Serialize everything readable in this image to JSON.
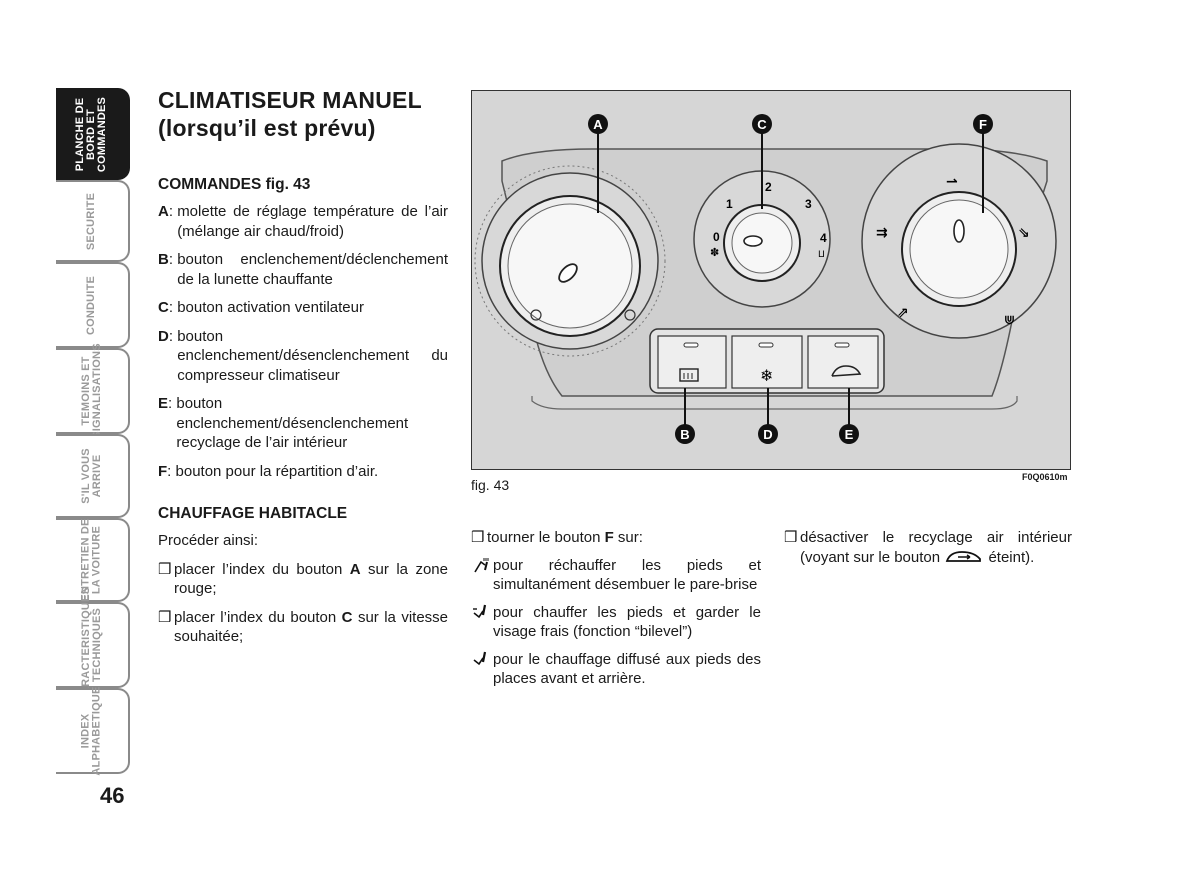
{
  "tabs": [
    {
      "label": "PLANCHE DE\nBORD ET\nCOMMANDES",
      "active": true
    },
    {
      "label": "SECURITE",
      "active": false
    },
    {
      "label": "CONDUITE",
      "active": false
    },
    {
      "label": "TEMOINS ET\nSIGNALISATIONS",
      "active": false
    },
    {
      "label": "S'IL VOUS\nARRIVE",
      "active": false
    },
    {
      "label": "ENTRETIEN DE\nLA VOITURE",
      "active": false
    },
    {
      "label": "CARACTERISTIQUES\nTECHNIQUES",
      "active": false
    },
    {
      "label": "INDEX\nALPHABETIQUE",
      "active": false
    }
  ],
  "page_number": "46",
  "title_line1": "CLIMATISEUR MANUEL",
  "title_line2": "(lorsqu’il est prévu)",
  "commands": {
    "heading": "COMMANDES fig. 43",
    "items": [
      {
        "key": "A",
        "text": "molette de réglage température de l’air (mélange air chaud/froid)"
      },
      {
        "key": "B",
        "text": "bouton enclenchement/déclenchement de la lunette chauffante"
      },
      {
        "key": "C",
        "text": "bouton activation ventilateur"
      },
      {
        "key": "D",
        "text": "bouton enclenchement/désenclenchement du compresseur climatiseur"
      },
      {
        "key": "E",
        "text": "bouton enclenchement/désenclenchement recyclage de l’air intérieur"
      },
      {
        "key": "F",
        "text": "bouton pour la répartition d’air."
      }
    ]
  },
  "heating": {
    "heading": "CHAUFFAGE HABITACLE",
    "intro": "Procéder ainsi:",
    "step1_a": "placer l’index du bouton ",
    "step1_key": "A",
    "step1_b": " sur la zone rouge;",
    "step2_a": "placer l’index du bouton ",
    "step2_key": "C",
    "step2_b": " sur la vitesse souhaitée;"
  },
  "figure": {
    "caption": "fig. 43",
    "code": "F0Q0610m",
    "labels": [
      "A",
      "B",
      "C",
      "D",
      "E",
      "F"
    ],
    "fan_speeds": [
      "0",
      "1",
      "2",
      "3",
      "4"
    ]
  },
  "middle": {
    "step_a": "tourner le bouton ",
    "step_key": "F",
    "step_b": " sur:",
    "options": [
      {
        "icon": "feet-defrost-icon",
        "text": "pour réchauffer les pieds et simultanément désembuer le pare-brise"
      },
      {
        "icon": "bilevel-icon",
        "text": "pour chauffer les pieds et garder le visage frais (fonction “bilevel”)"
      },
      {
        "icon": "feet-icon",
        "text": "pour le chauffage diffusé aux pieds des places avant et arrière."
      }
    ]
  },
  "right": {
    "text_a": "désactiver le recyclage air intérieur (voyant sur le bouton ",
    "text_b": " éteint)."
  },
  "bullet_char": "❒"
}
